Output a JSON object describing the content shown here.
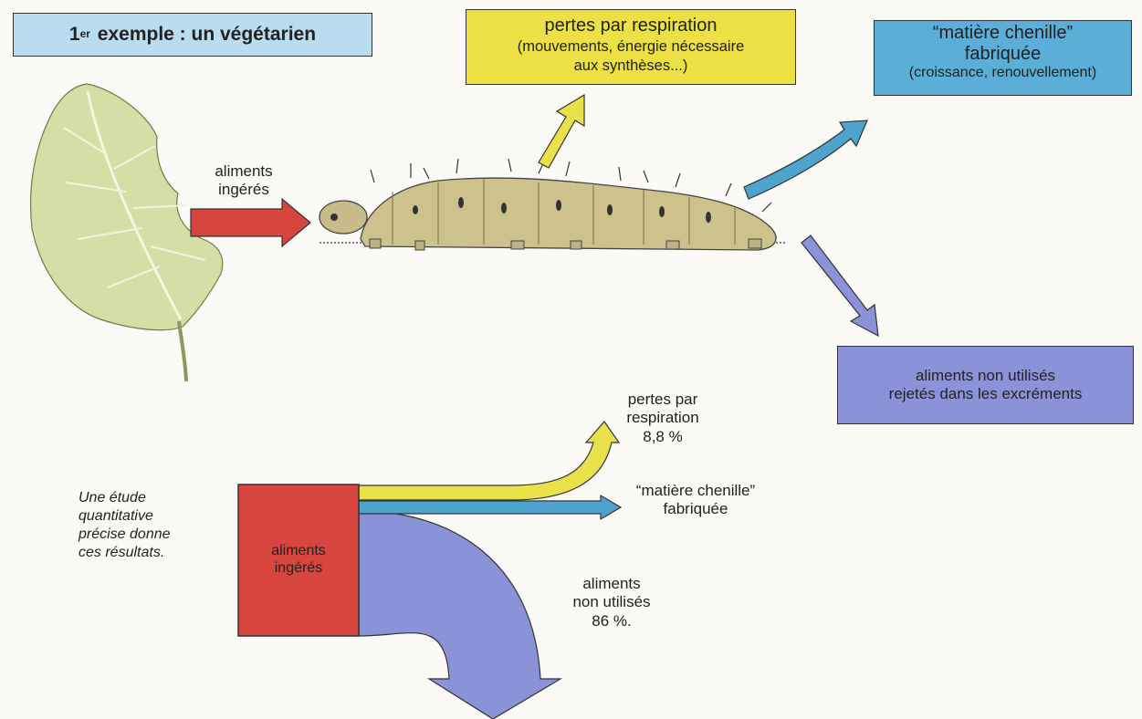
{
  "title": {
    "sup": "er",
    "main": "1",
    "rest": "exemple : un végétarien"
  },
  "boxes": {
    "respiration": {
      "line1": "pertes par respiration",
      "line2": "(mouvements, énergie nécessaire",
      "line3": "aux synthèses...)"
    },
    "matiere": {
      "line1": "“matière chenille”",
      "line2": "fabriquée",
      "line3": "(croissance, renouvellement)"
    },
    "rejetes": {
      "line1": "aliments non utilisés",
      "line2": "rejetés dans les excréments"
    }
  },
  "arrow_label_ingested": {
    "line1": "aliments",
    "line2": "ingérés"
  },
  "quant_note": {
    "line1": "Une étude",
    "line2": "quantitative",
    "line3": "précise donne",
    "line4": "ces résultats."
  },
  "flow": {
    "source": {
      "line1": "aliments",
      "line2": "ingérés"
    },
    "respiration": {
      "line1": "pertes par",
      "line2": "respiration",
      "value": "8,8 %"
    },
    "matiere": {
      "line1": "“matière chenille”",
      "line2": "fabriquée"
    },
    "non_utilises": {
      "line1": "aliments",
      "line2": "non utilisés",
      "value": "86 %."
    }
  },
  "colors": {
    "red": "#d8453f",
    "yellow": "#e8e14a",
    "blue": "#4fa3cf",
    "violet": "#8a93d8",
    "leaf": "#d6e2a8",
    "caterpillar": "#cdc28c"
  }
}
